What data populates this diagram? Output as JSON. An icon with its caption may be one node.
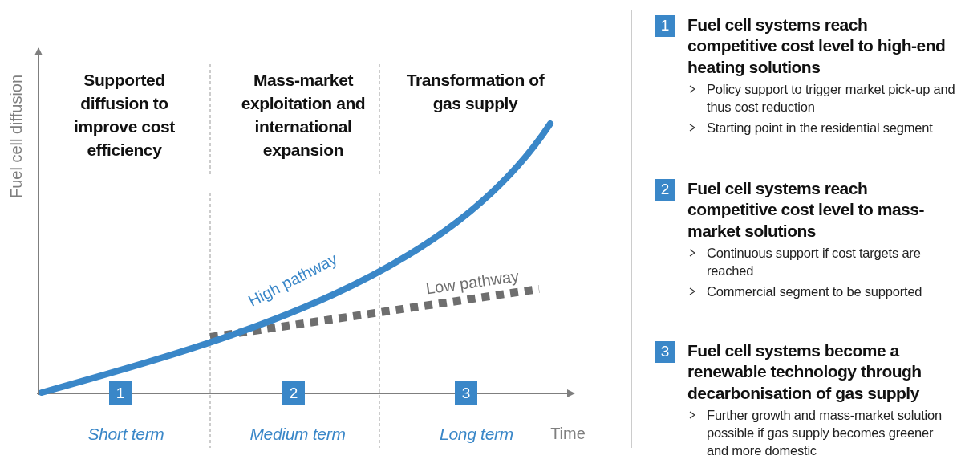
{
  "diagram": {
    "nodes": [
      {
        "text": [
          "1"
        ]
      },
      {
        "text": [
          "2"
        ]
      },
      {
        "text": [
          "3"
        ]
      },
      {
        "text": [
          "1"
        ]
      },
      {
        "text": [
          "2"
        ]
      },
      {
        "text": [
          "3"
        ]
      }
    ],
    "edges": [],
    "labels": [
      "Fuel cell diffusion",
      "Supported diffusion to improve cost efficiency",
      "Mass-market exploitation and international expansion",
      "Transformation of gas supply",
      "High pathway",
      "Low pathway",
      "Short term",
      "Medium term",
      "Long term",
      "Time",
      "Fuel cell systems reach competitive cost level to high-end heating solutions",
      "Policy support to trigger market pick-up and thus cost reduction",
      "Starting point in the residential segment",
      "Fuel cell systems reach competitive cost level to mass-market solutions",
      "Continuous support if cost targets are reached",
      "Commercial segment to be supported",
      "Fuel cell systems become a renewable technology through decarbonisation of gas supply",
      "Further growth and mass-market solution possible if gas supply becomes greener and more domestic"
    ]
  }
}
